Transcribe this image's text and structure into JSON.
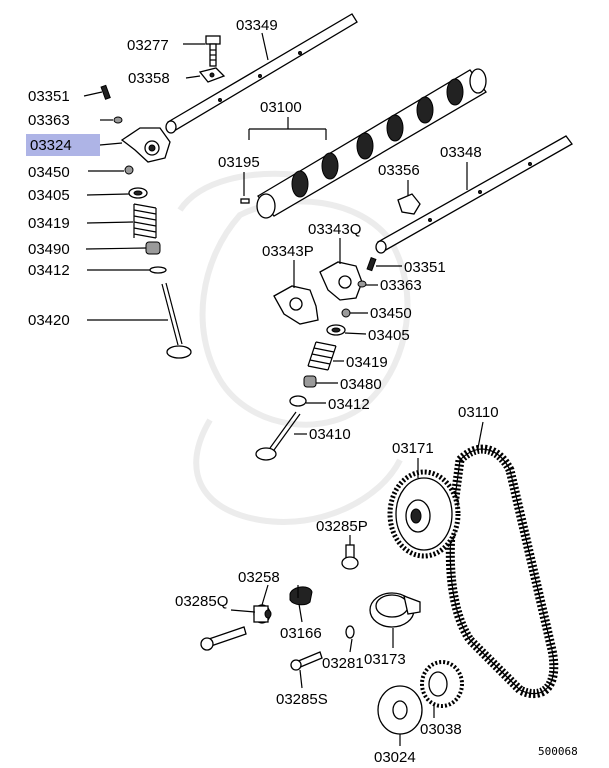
{
  "diagram_id": "500068",
  "highlight_color": "#aeb4e6",
  "labels": {
    "p03277": "03277",
    "p03349": "03349",
    "p03358": "03358",
    "p03351a": "03351",
    "p03363a": "03363",
    "p03324": "03324",
    "p03450a": "03450",
    "p03405a": "03405",
    "p03419a": "03419",
    "p03490": "03490",
    "p03412a": "03412",
    "p03420": "03420",
    "p03100": "03100",
    "p03195": "03195",
    "p03356": "03356",
    "p03348": "03348",
    "p03343q": "03343Q",
    "p03343p": "03343P",
    "p03351b": "03351",
    "p03363b": "03363",
    "p03450b": "03450",
    "p03405b": "03405",
    "p03419b": "03419",
    "p03480": "03480",
    "p03412b": "03412",
    "p03410": "03410",
    "p03110": "03110",
    "p03171": "03171",
    "p03285p": "03285P",
    "p03258": "03258",
    "p03285q": "03285Q",
    "p03166": "03166",
    "p03173": "03173",
    "p03281": "03281",
    "p03285s": "03285S",
    "p03038": "03038",
    "p03024": "03024"
  }
}
